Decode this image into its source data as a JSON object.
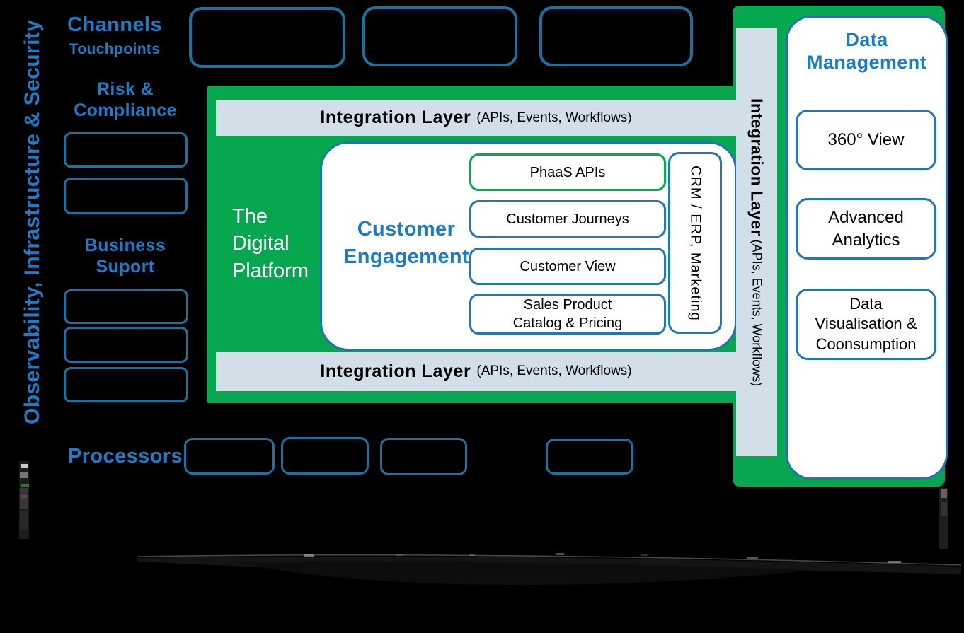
{
  "colors": {
    "green": "#07a74f",
    "integration_bar": "#d2dfe8",
    "blue_text": "#1b7cc7",
    "teal_border": "#19729f",
    "blue_border": "#2273b5",
    "phaas_border": "#00ad4f"
  },
  "left_rail": {
    "vertical_label": "Observability, Infrastructure & Security"
  },
  "channels": {
    "title": "Channels",
    "subtitle": "Touchpoints"
  },
  "risk": {
    "label": "Risk & Compliance"
  },
  "business": {
    "label": "Business Suport"
  },
  "processors": {
    "label": "Processors"
  },
  "platform": {
    "title": "The Digital Platform",
    "integration_layer": {
      "bold": "Integration Layer",
      "detail": "(APIs, Events, Workflows)"
    },
    "customer_engagement": {
      "title": "Customer Engagement",
      "items": [
        "PhaaS APIs",
        "Customer Journeys",
        "Customer View",
        "Sales Product Catalog & Pricing"
      ],
      "side_box": "CRM / ERP, Marketing"
    }
  },
  "data_management": {
    "title": "Data Management",
    "items": [
      "360° View",
      "Advanced Analytics",
      "Data Visualisation & Coonsumption"
    ]
  }
}
